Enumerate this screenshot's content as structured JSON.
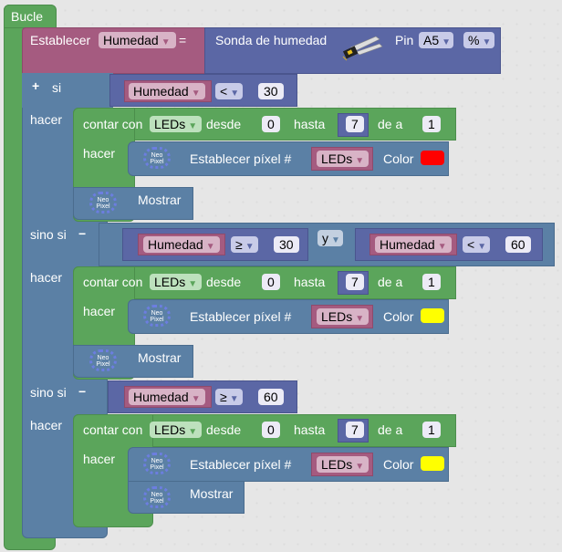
{
  "loop": {
    "label": "Bucle"
  },
  "set_block": {
    "label": "Establecer",
    "variable": "Humedad",
    "equals": "=",
    "sensor_label": "Sonda de humedad",
    "pin_label": "Pin",
    "pin_value": "A5",
    "unit_value": "%",
    "sensor_icon": "soil-moisture-sensor-icon"
  },
  "if_block": {
    "plus": "+",
    "if_label": "si",
    "do_label": "hacer",
    "elseif_label": "sino si",
    "minus": "−"
  },
  "branch1": {
    "condition": {
      "var": "Humedad",
      "op": "<",
      "value": "30"
    },
    "loop": {
      "label": "contar con",
      "var": "LEDs",
      "from_label": "desde",
      "from": "0",
      "to_label": "hasta",
      "to": "7",
      "step_label": "de a",
      "step": "1",
      "do_label": "hacer"
    },
    "set_pixel": {
      "label": "Establecer píxel #",
      "var": "LEDs",
      "color_label": "Color",
      "color": "#ff0000"
    },
    "show": {
      "label": "Mostrar"
    }
  },
  "branch2": {
    "condition_a": {
      "var": "Humedad",
      "op": "≥",
      "value": "30"
    },
    "logic": "y",
    "condition_b": {
      "var": "Humedad",
      "op": "<",
      "value": "60"
    },
    "loop": {
      "label": "contar con",
      "var": "LEDs",
      "from_label": "desde",
      "from": "0",
      "to_label": "hasta",
      "to": "7",
      "step_label": "de a",
      "step": "1",
      "do_label": "hacer"
    },
    "set_pixel": {
      "label": "Establecer píxel #",
      "var": "LEDs",
      "color_label": "Color",
      "color": "#ffff00"
    },
    "show": {
      "label": "Mostrar"
    }
  },
  "branch3": {
    "condition": {
      "var": "Humedad",
      "op": "≥",
      "value": "60"
    },
    "loop": {
      "label": "contar con",
      "var": "LEDs",
      "from_label": "desde",
      "from": "0",
      "to_label": "hasta",
      "to": "7",
      "step_label": "de a",
      "step": "1",
      "do_label": "hacer"
    },
    "set_pixel": {
      "label": "Establecer píxel #",
      "var": "LEDs",
      "color_label": "Color",
      "color": "#ffff00"
    },
    "show": {
      "label": "Mostrar"
    }
  },
  "neopixel": {
    "line1": "Neo",
    "line2": "Pixel"
  }
}
